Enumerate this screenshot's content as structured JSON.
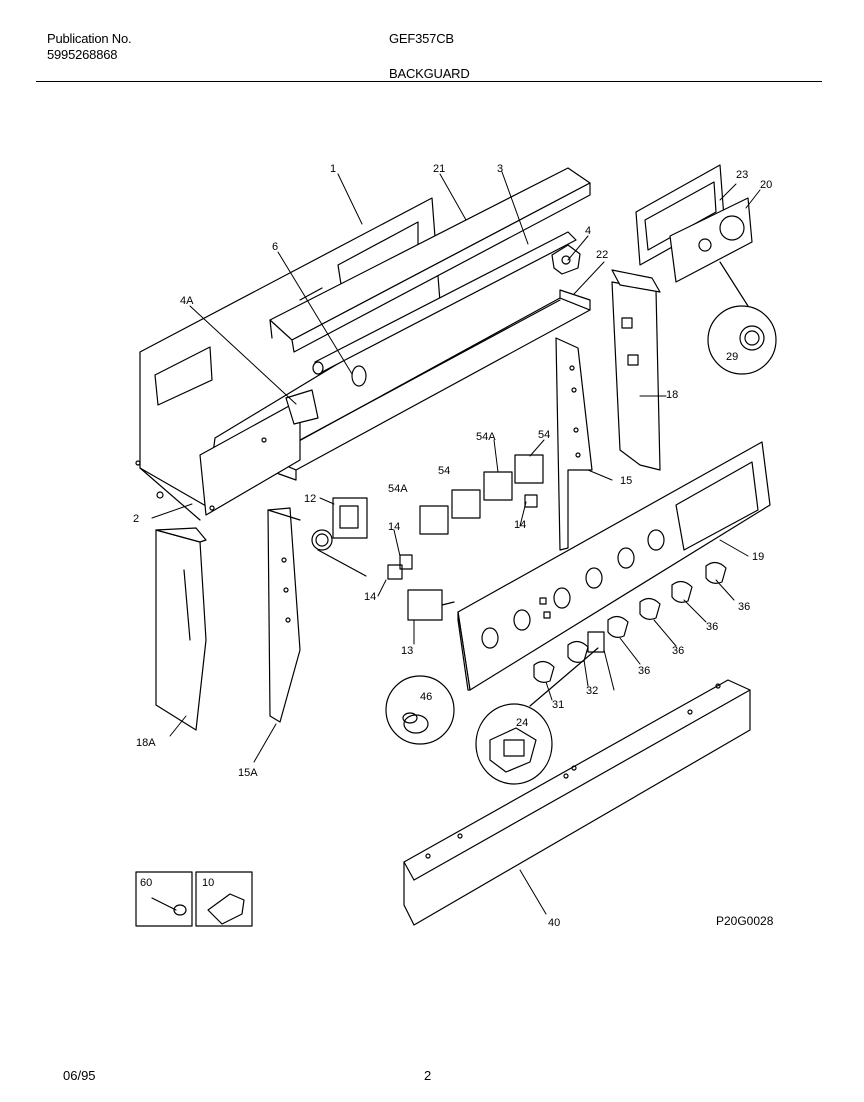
{
  "header": {
    "publication_label": "Publication No.",
    "publication_number": "5995268868",
    "model": "GEF357CB",
    "section": "BACKGUARD"
  },
  "diagram": {
    "drawing_code": "P20G0028",
    "callouts": [
      {
        "id": "c1",
        "label": "1"
      },
      {
        "id": "c21",
        "label": "21"
      },
      {
        "id": "c3",
        "label": "3"
      },
      {
        "id": "c4",
        "label": "4"
      },
      {
        "id": "c22",
        "label": "22"
      },
      {
        "id": "c23",
        "label": "23"
      },
      {
        "id": "c20",
        "label": "20"
      },
      {
        "id": "c6",
        "label": "6"
      },
      {
        "id": "c4a",
        "label": "4A"
      },
      {
        "id": "c29",
        "label": "29"
      },
      {
        "id": "c18",
        "label": "18"
      },
      {
        "id": "c54a1",
        "label": "54A"
      },
      {
        "id": "c54b",
        "label": "54"
      },
      {
        "id": "c54c",
        "label": "54"
      },
      {
        "id": "c54a2",
        "label": "54A"
      },
      {
        "id": "c15",
        "label": "15"
      },
      {
        "id": "c2",
        "label": "2"
      },
      {
        "id": "c12",
        "label": "12"
      },
      {
        "id": "c14a",
        "label": "14"
      },
      {
        "id": "c14b",
        "label": "14"
      },
      {
        "id": "c14c",
        "label": "14"
      },
      {
        "id": "c19",
        "label": "19"
      },
      {
        "id": "c13",
        "label": "13"
      },
      {
        "id": "c36a",
        "label": "36"
      },
      {
        "id": "c36b",
        "label": "36"
      },
      {
        "id": "c36c",
        "label": "36"
      },
      {
        "id": "c36d",
        "label": "36"
      },
      {
        "id": "c46",
        "label": "46"
      },
      {
        "id": "c32",
        "label": "32"
      },
      {
        "id": "c31",
        "label": "31"
      },
      {
        "id": "c24",
        "label": "24"
      },
      {
        "id": "c18a",
        "label": "18A"
      },
      {
        "id": "c15a",
        "label": "15A"
      },
      {
        "id": "c40",
        "label": "40"
      },
      {
        "id": "c60",
        "label": "60"
      },
      {
        "id": "c10",
        "label": "10"
      }
    ]
  },
  "footer": {
    "date": "06/95",
    "page": "2"
  }
}
